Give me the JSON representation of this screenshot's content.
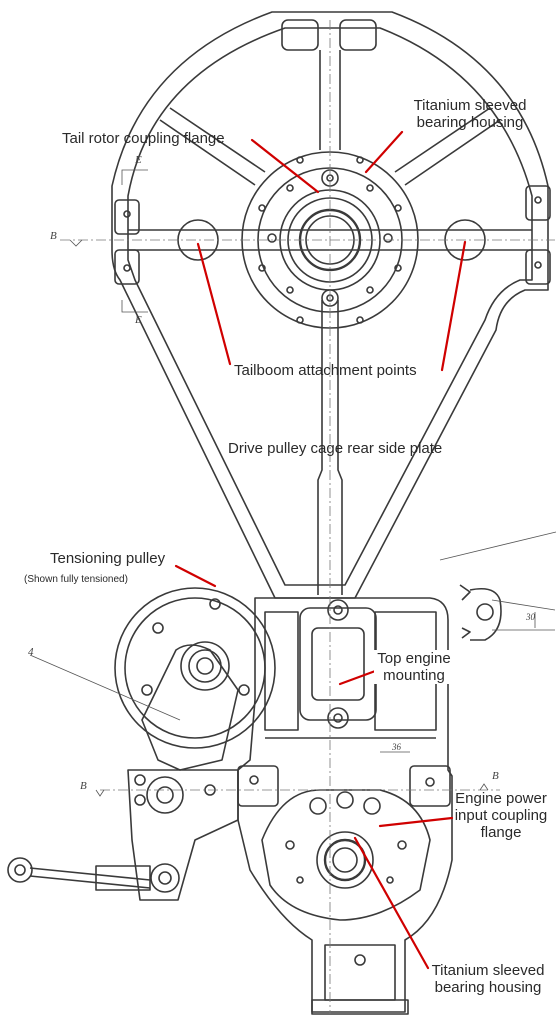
{
  "labels": {
    "tail_rotor_coupling_flange": "Tail rotor coupling flange",
    "titanium_sleeved_top_1": "Titanium sleeved",
    "titanium_sleeved_top_2": "bearing housing",
    "tailboom_attachment_points": "Tailboom attachment points",
    "drive_pulley_cage": "Drive pulley cage rear side plate",
    "tensioning_pulley": "Tensioning pulley",
    "tensioning_note": "(Shown fully tensioned)",
    "top_engine_mounting_1": "Top engine",
    "top_engine_mounting_2": "mounting",
    "engine_power_1": "Engine power",
    "engine_power_2": "input coupling",
    "engine_power_3": "flange",
    "titanium_sleeved_bottom_1": "Titanium sleeved",
    "titanium_sleeved_bottom_2": "bearing housing"
  },
  "section_marks": {
    "b_left_top": "B",
    "e_top": "E",
    "e_bottom": "E",
    "b_left_bottom": "B",
    "b_right_bottom": "B",
    "item_4": "4",
    "dim_36": "36",
    "dim_right": "30"
  },
  "colors": {
    "drawing_line": "#3a3a3a",
    "callout": "#d00000",
    "background": "#ffffff"
  }
}
